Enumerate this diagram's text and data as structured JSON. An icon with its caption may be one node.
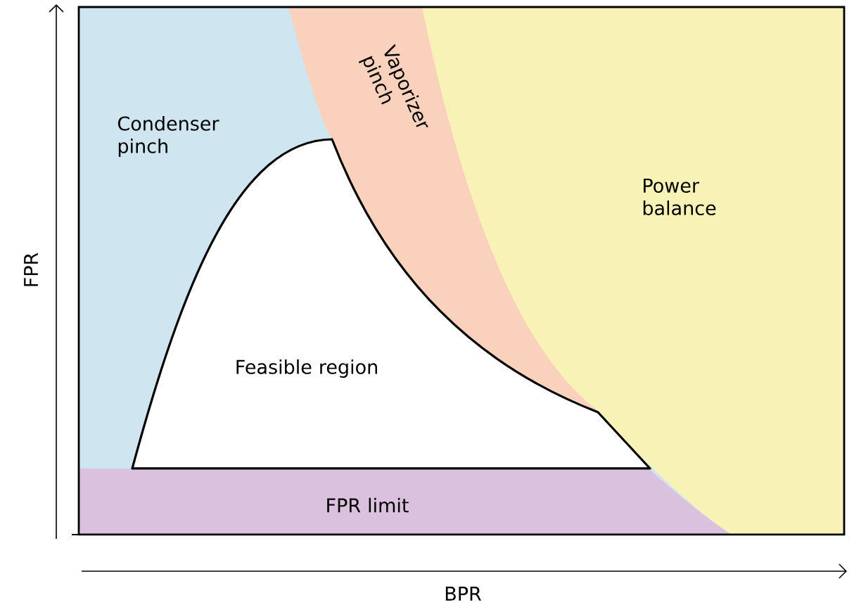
{
  "diagram": {
    "nodes": [
      {
        "text": [
          "Condenser pinch"
        ]
      },
      {
        "text": [
          "Vaporizer pinch"
        ]
      },
      {
        "text": [
          "Power balance"
        ]
      },
      {
        "text": [
          "Feasible region"
        ]
      },
      {
        "text": [
          "FPR limit"
        ]
      }
    ],
    "labels": [
      "FPR",
      "BPR"
    ]
  }
}
